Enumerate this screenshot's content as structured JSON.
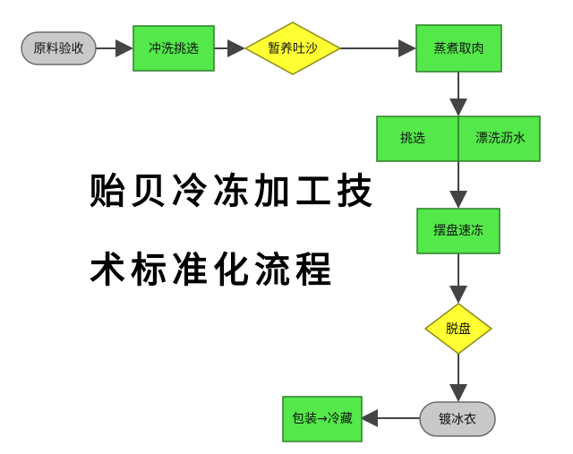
{
  "nodes": {
    "raw_material_check": "原料验收",
    "rinse_select": "冲洗挑选",
    "temp_raise_spit_sand": "暂养吐沙",
    "steam_cook_meat": "蒸煮取肉",
    "pick": "挑选",
    "rinse_drain": "漂洗沥水",
    "tray_quick_freeze": "摆盘速冻",
    "de_tray": "脱盘",
    "ice_glaze": "镀冰衣",
    "pack_cold_store": "包装→冷藏"
  },
  "title": {
    "line1": "贻贝冷冻加工技",
    "line2": "术标准化流程"
  },
  "colors": {
    "process_fill": "#54e84a",
    "process_stroke": "#2f7f2a",
    "decision_fill": "#ffff33",
    "decision_stroke": "#8a8a1a",
    "terminal_fill": "#c9c9c9",
    "terminal_stroke": "#6b6b6b",
    "arrow": "#444444"
  }
}
